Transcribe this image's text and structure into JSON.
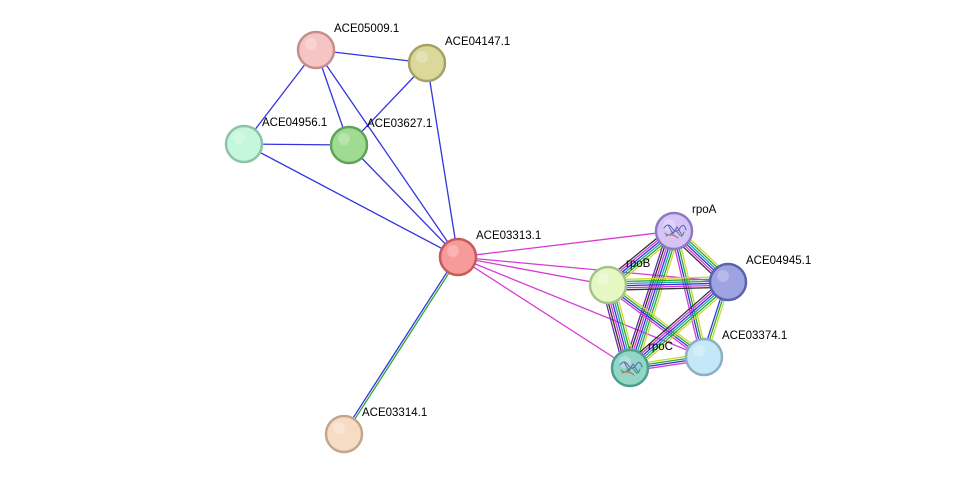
{
  "colors": {
    "blue": "#3434e0",
    "magenta": "#d63ad6",
    "green": "#2eaa2e",
    "yellow": "#cfd63a",
    "teal": "#25a2a2",
    "black": "#333333",
    "purple": "#6a2aa8"
  },
  "nodes": [
    {
      "id": "ACE05009.1",
      "label": "ACE05009.1",
      "fill": "#f7c4c4",
      "stroke": "#c48e8e",
      "icon": ""
    },
    {
      "id": "ACE04147.1",
      "label": "ACE04147.1",
      "fill": "#dad99a",
      "stroke": "#a4a264",
      "icon": ""
    },
    {
      "id": "ACE04956.1",
      "label": "ACE04956.1",
      "fill": "#c4f7dc",
      "stroke": "#8ec4a6",
      "icon": ""
    },
    {
      "id": "ACE03627.1",
      "label": "ACE03627.1",
      "fill": "#9fdc92",
      "stroke": "#5ea458",
      "icon": ""
    },
    {
      "id": "ACE03313.1",
      "label": "ACE03313.1",
      "fill": "#f79a9a",
      "stroke": "#c45a5a",
      "icon": ""
    },
    {
      "id": "rpoA",
      "label": "rpoA",
      "fill": "#d6c4f7",
      "stroke": "#8e7ac4",
      "icon": "protein-structure-icon"
    },
    {
      "id": "ACE04945.1",
      "label": "ACE04945.1",
      "fill": "#9ea3e2",
      "stroke": "#5b61ae",
      "icon": ""
    },
    {
      "id": "rpoB",
      "label": "rpoB",
      "fill": "#e6f7c4",
      "stroke": "#a4c48e",
      "icon": ""
    },
    {
      "id": "ACE03374.1",
      "label": "ACE03374.1",
      "fill": "#c4e8f7",
      "stroke": "#8eaec4",
      "icon": ""
    },
    {
      "id": "rpoC",
      "label": "rpoC",
      "fill": "#92d6c8",
      "stroke": "#4e9e8e",
      "icon": "protein-structure-icon"
    },
    {
      "id": "ACE03314.1",
      "label": "ACE03314.1",
      "fill": "#f7dcc4",
      "stroke": "#c4a68e",
      "icon": ""
    }
  ],
  "edges": [
    {
      "source": "ACE05009.1",
      "target": "ACE04147.1",
      "types": [
        "blue"
      ]
    },
    {
      "source": "ACE05009.1",
      "target": "ACE04956.1",
      "types": [
        "blue"
      ]
    },
    {
      "source": "ACE05009.1",
      "target": "ACE03627.1",
      "types": [
        "blue"
      ]
    },
    {
      "source": "ACE05009.1",
      "target": "ACE03313.1",
      "types": [
        "blue"
      ]
    },
    {
      "source": "ACE04147.1",
      "target": "ACE03627.1",
      "types": [
        "blue"
      ]
    },
    {
      "source": "ACE04147.1",
      "target": "ACE03313.1",
      "types": [
        "blue"
      ]
    },
    {
      "source": "ACE04956.1",
      "target": "ACE03627.1",
      "types": [
        "blue"
      ]
    },
    {
      "source": "ACE04956.1",
      "target": "ACE03313.1",
      "types": [
        "blue"
      ]
    },
    {
      "source": "ACE03627.1",
      "target": "ACE03313.1",
      "types": [
        "blue"
      ]
    },
    {
      "source": "ACE03313.1",
      "target": "ACE03314.1",
      "types": [
        "green",
        "blue"
      ]
    },
    {
      "source": "ACE03313.1",
      "target": "rpoA",
      "types": [
        "magenta"
      ]
    },
    {
      "source": "ACE03313.1",
      "target": "rpoB",
      "types": [
        "magenta"
      ]
    },
    {
      "source": "ACE03313.1",
      "target": "ACE04945.1",
      "types": [
        "magenta"
      ]
    },
    {
      "source": "ACE03313.1",
      "target": "ACE03374.1",
      "types": [
        "magenta"
      ]
    },
    {
      "source": "ACE03313.1",
      "target": "rpoC",
      "types": [
        "magenta"
      ]
    },
    {
      "source": "rpoA",
      "target": "rpoB",
      "types": [
        "yellow",
        "green",
        "teal",
        "blue",
        "magenta",
        "black"
      ]
    },
    {
      "source": "rpoA",
      "target": "ACE04945.1",
      "types": [
        "yellow",
        "green",
        "teal",
        "blue",
        "magenta",
        "black"
      ]
    },
    {
      "source": "rpoA",
      "target": "rpoC",
      "types": [
        "yellow",
        "green",
        "teal",
        "blue",
        "magenta",
        "black",
        "purple"
      ]
    },
    {
      "source": "rpoA",
      "target": "ACE03374.1",
      "types": [
        "yellow",
        "green",
        "blue",
        "magenta"
      ]
    },
    {
      "source": "rpoB",
      "target": "ACE04945.1",
      "types": [
        "yellow",
        "green",
        "teal",
        "blue",
        "magenta",
        "black"
      ]
    },
    {
      "source": "rpoB",
      "target": "rpoC",
      "types": [
        "yellow",
        "green",
        "teal",
        "blue",
        "magenta",
        "black",
        "purple"
      ]
    },
    {
      "source": "rpoB",
      "target": "ACE03374.1",
      "types": [
        "yellow",
        "green",
        "blue",
        "magenta"
      ]
    },
    {
      "source": "ACE04945.1",
      "target": "rpoC",
      "types": [
        "yellow",
        "green",
        "teal",
        "blue",
        "magenta",
        "black"
      ]
    },
    {
      "source": "ACE04945.1",
      "target": "ACE03374.1",
      "types": [
        "yellow",
        "green",
        "blue"
      ]
    },
    {
      "source": "rpoC",
      "target": "ACE03374.1",
      "types": [
        "yellow",
        "green",
        "blue",
        "magenta"
      ]
    }
  ]
}
